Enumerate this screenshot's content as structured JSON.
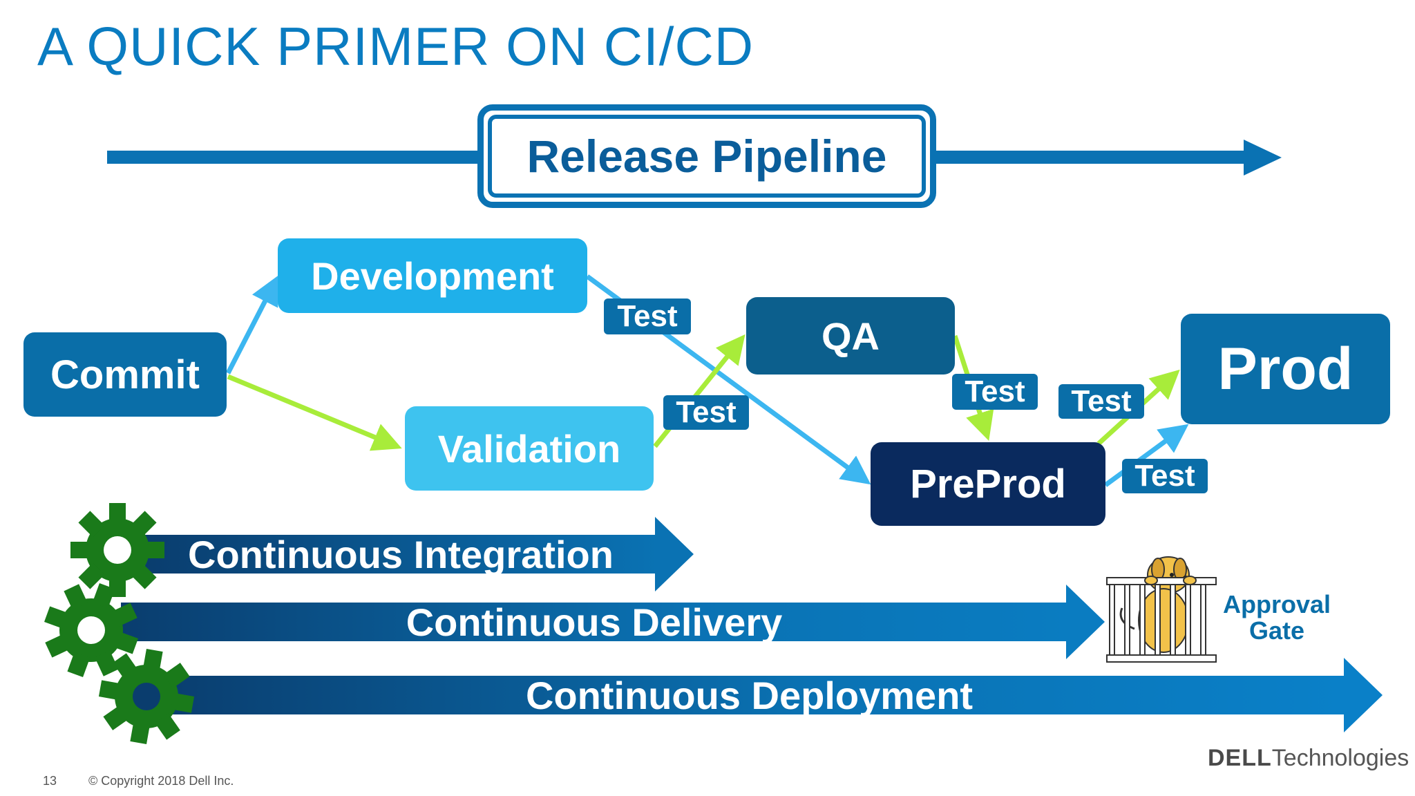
{
  "title": "A QUICK PRIMER ON CI/CD",
  "pipeline": {
    "label": "Release Pipeline"
  },
  "stages": {
    "commit": "Commit",
    "development": "Development",
    "validation": "Validation",
    "qa": "QA",
    "preprod": "PreProd",
    "prod": "Prod"
  },
  "tests": {
    "label": "Test"
  },
  "bands": {
    "integration": "Continuous Integration",
    "delivery": "Continuous Delivery",
    "deployment": "Continuous Deployment"
  },
  "approval": {
    "line1": "Approval",
    "line2": "Gate"
  },
  "footer": {
    "page_number": "13",
    "copyright": "© Copyright 2018 Dell Inc.",
    "brand_bold": "DELL",
    "brand_rest": "Technologies"
  },
  "colors": {
    "title": "#0a7cc1",
    "pipeline": "#0a72b3",
    "stage_dark_blue": "#0a6ea8",
    "stage_light": "#1fb0ea",
    "stage_lighter": "#3ec3ef",
    "stage_qa": "#0c5f8d",
    "stage_preprod": "#0a2a5e",
    "arrow_blue": "#3cb6f0",
    "arrow_green": "#a8ec3a",
    "gear": "#1a7a1a"
  }
}
